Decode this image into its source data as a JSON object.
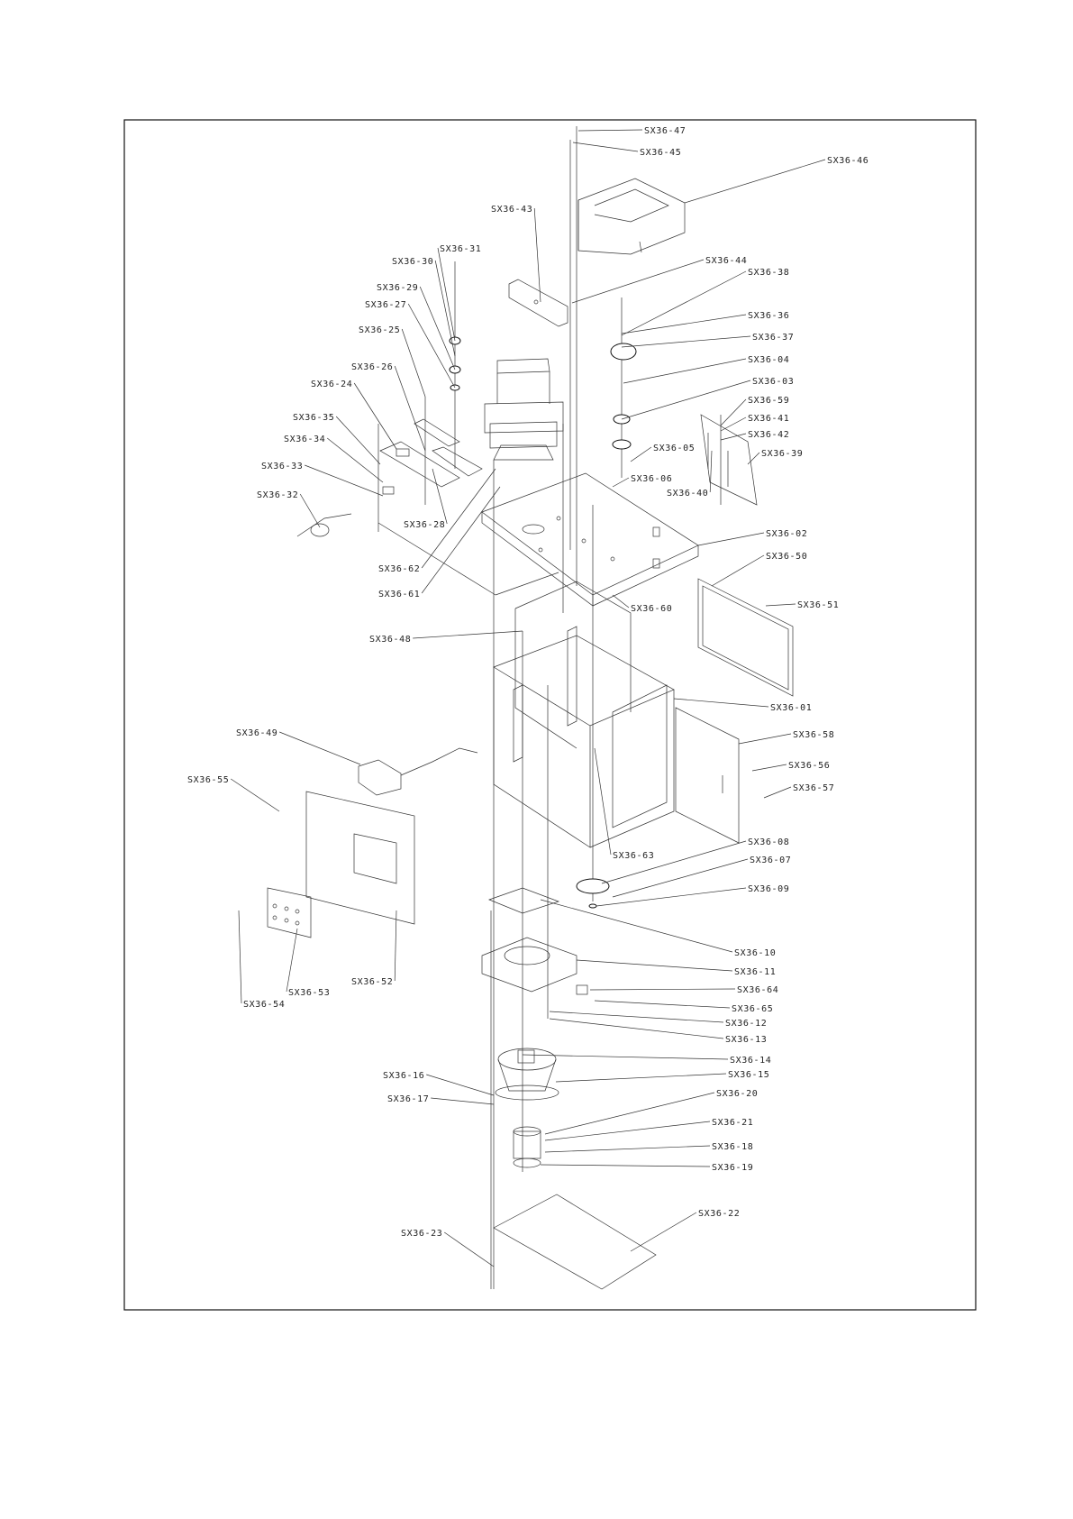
{
  "labels": [
    "SX36-47",
    "SX36-45",
    "SX36-46",
    "SX36-43",
    "SX36-31",
    "SX36-30",
    "SX36-44",
    "SX36-38",
    "SX36-29",
    "SX36-27",
    "SX36-36",
    "SX36-25",
    "SX36-37",
    "SX36-26",
    "SX36-04",
    "SX36-24",
    "SX36-03",
    "SX36-35",
    "SX36-59",
    "SX36-41",
    "SX36-34",
    "SX36-42",
    "SX36-05",
    "SX36-39",
    "SX36-33",
    "SX36-06",
    "SX36-40",
    "SX36-32",
    "SX36-28",
    "SX36-02",
    "SX36-62",
    "SX36-50",
    "SX36-61",
    "SX36-51",
    "SX36-60",
    "SX36-48",
    "SX36-01",
    "SX36-58",
    "SX36-49",
    "SX36-56",
    "SX36-55",
    "SX36-57",
    "SX36-63",
    "SX36-08",
    "SX36-07",
    "SX36-09",
    "SX36-10",
    "SX36-11",
    "SX36-64",
    "SX36-53",
    "SX36-52",
    "SX36-65",
    "SX36-54",
    "SX36-12",
    "SX36-13",
    "SX36-14",
    "SX36-16",
    "SX36-15",
    "SX36-17",
    "SX36-20",
    "SX36-21",
    "SX36-18",
    "SX36-19",
    "SX36-22",
    "SX36-23"
  ]
}
